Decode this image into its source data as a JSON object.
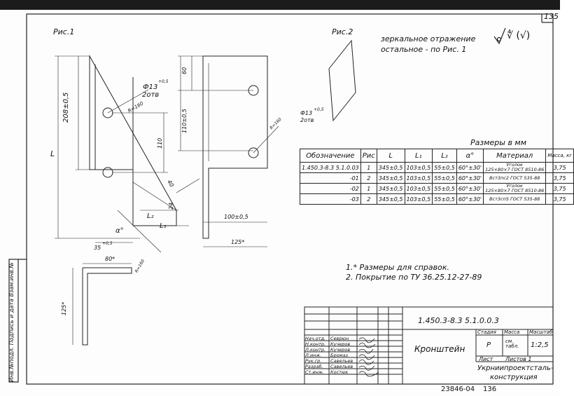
{
  "page_number": "135",
  "side_stamp": "Инв.№подл.  Подпись и дата  Взам.инв.№",
  "fig1": {
    "title": "Рис.1",
    "hole_dia": "Ф13",
    "hole_tol": "+0,5",
    "hole_note": "2отв",
    "radius": "R=160",
    "dim_208": "208±0,5",
    "dim_L": "L",
    "dim_110": "110",
    "dim_40": "40",
    "dim_L2": "L₂",
    "dim_L1": "L₁",
    "dim_24": "24",
    "dim_alpha": "α°",
    "dim_35": "35",
    "dim_35_tol": "+0,5"
  },
  "fig_side": {
    "dim_60": "60",
    "dim_110": "110±0,5",
    "hole_dia": "Ф13",
    "hole_tol": "+0,5",
    "hole_note": "2отв",
    "radius": "R=160",
    "dim_100": "100±0,5",
    "dim_125": "125*"
  },
  "fig_section": {
    "dim_80": "80*",
    "dim_R": "R=160",
    "dim_125": "125*"
  },
  "fig2": {
    "title": "Рис.2",
    "note_line1": "зеркальное отражение",
    "note_line2": "остальное - по Рис. 1"
  },
  "roughness": "∜ (√)",
  "sizes_note": "Размеры в мм",
  "spec_table": {
    "headers": [
      "Обозначение",
      "Рис",
      "L",
      "L₁",
      "L₂",
      "α°",
      "Материал",
      "Масса, кг"
    ],
    "rows": [
      {
        "designation": "1.450.3-8.3 5.1.0.03",
        "fig": "1",
        "L": "345±0,5",
        "L1": "103±0,5",
        "L2": "55±0,5",
        "alpha": "60°±30'",
        "material_1": "Уголок",
        "material_2": "125×80×7 ГОСТ 8510-86",
        "mass": "3,75"
      },
      {
        "designation": "-01",
        "fig": "2",
        "L": "345±0,5",
        "L1": "103±0,5",
        "L2": "55±0,5",
        "alpha": "60°±30'",
        "material_1": "Вст3пс2 ГОСТ 535-88",
        "material_2": "",
        "mass": "3,75"
      },
      {
        "designation": "-02",
        "fig": "1",
        "L": "345±0,5",
        "L1": "103±0,5",
        "L2": "55±0,5",
        "alpha": "60°±30'",
        "material_1": "Уголок",
        "material_2": "125×80×7 ГОСТ 8510-86",
        "mass": "3,75"
      },
      {
        "designation": "-03",
        "fig": "2",
        "L": "345±0,5",
        "L1": "103±0,5",
        "L2": "55±0,5",
        "alpha": "60°±30'",
        "material_1": "Вст3сп5 ГОСТ 535-88",
        "material_2": "",
        "mass": "3,75"
      }
    ]
  },
  "notes": {
    "n1": "1.* Размеры для справок.",
    "n2": "2. Покрытие по ТУ 36.25.12-27-89"
  },
  "title_block": {
    "code": "1.450.3-8.3  5.1.0.0.3",
    "name": "Кронштейн",
    "stage_label": "Стадия",
    "mass_label": "Масса",
    "scale_label": "Масштаб",
    "stage": "Р",
    "mass": "см. табл.",
    "scale": "1:2,5",
    "sheet": "Лист",
    "sheets": "Листов 1",
    "org_1": "Укрниипроектсталь-",
    "org_2": "конструкция",
    "roles": [
      "Нач.отд.",
      "Н.контр.",
      "Л.контр.",
      "Л.инж.",
      "Рук.гр.",
      "Разраб.",
      "Ст.инж."
    ],
    "names": [
      "Севрюн",
      "Кучеров",
      "Кучеров",
      "Бромаз",
      "Савельев",
      "Савельев",
      "Костюк"
    ]
  },
  "bottom_code": "23846-04",
  "bottom_page": "136"
}
